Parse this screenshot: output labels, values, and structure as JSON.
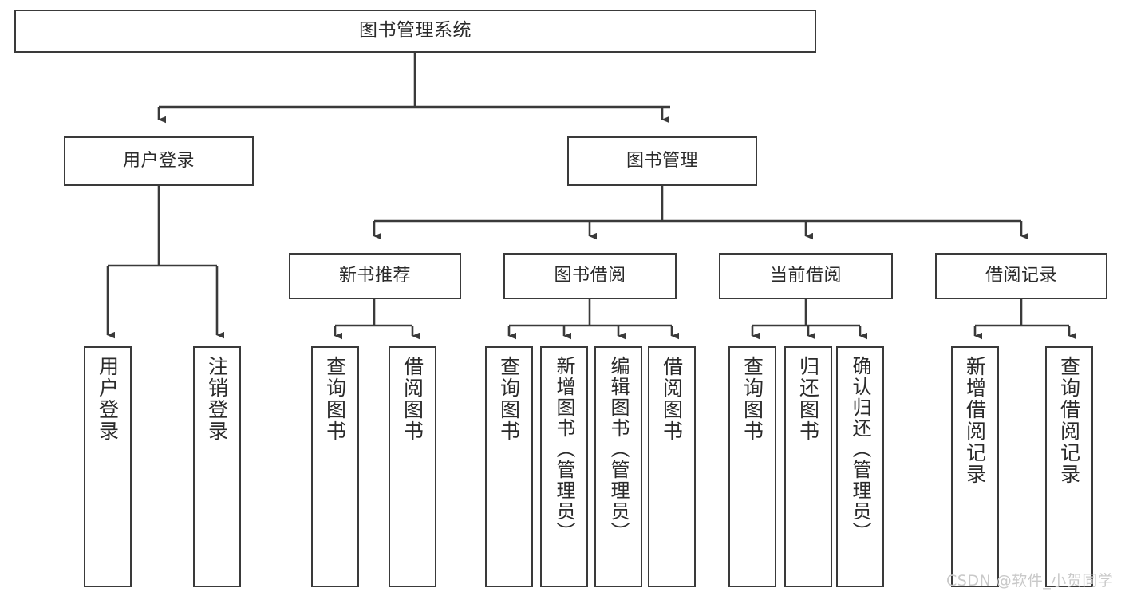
{
  "diagram": {
    "title": "图书管理系统",
    "watermark": "CSDN @软件_小贺同学",
    "colors": {
      "stroke": "#3a3a3a",
      "fill": "#ffffff",
      "text": "#2b2b2b",
      "watermark": "#c9c9c9"
    },
    "levels": {
      "root": {
        "label": "图书管理系统"
      },
      "level2": [
        {
          "id": "user-login",
          "label": "用户登录"
        },
        {
          "id": "book-manage",
          "label": "图书管理"
        }
      ],
      "level3": [
        {
          "id": "new-book-rec",
          "label": "新书推荐"
        },
        {
          "id": "book-borrow",
          "label": "图书借阅"
        },
        {
          "id": "current-borrow",
          "label": "当前借阅"
        },
        {
          "id": "borrow-record",
          "label": "借阅记录"
        }
      ],
      "leaves": [
        {
          "id": "leaf-user-login",
          "label": "用户登录",
          "parent": "user-login"
        },
        {
          "id": "leaf-logout",
          "label": "注销登录",
          "parent": "user-login"
        },
        {
          "id": "leaf-query-book-1",
          "label": "查询图书",
          "parent": "new-book-rec"
        },
        {
          "id": "leaf-borrow-book-1",
          "label": "借阅图书",
          "parent": "new-book-rec"
        },
        {
          "id": "leaf-query-book-2",
          "label": "查询图书",
          "parent": "book-borrow"
        },
        {
          "id": "leaf-add-book",
          "label": "新增图书（管理员）",
          "parent": "book-borrow"
        },
        {
          "id": "leaf-edit-book",
          "label": "编辑图书（管理员）",
          "parent": "book-borrow"
        },
        {
          "id": "leaf-borrow-book-2",
          "label": "借阅图书",
          "parent": "book-borrow"
        },
        {
          "id": "leaf-query-book-3",
          "label": "查询图书",
          "parent": "current-borrow"
        },
        {
          "id": "leaf-return-book",
          "label": "归还图书",
          "parent": "current-borrow"
        },
        {
          "id": "leaf-confirm-return",
          "label": "确认归还（管理员）",
          "parent": "current-borrow"
        },
        {
          "id": "leaf-add-record",
          "label": "新增借阅记录",
          "parent": "borrow-record"
        },
        {
          "id": "leaf-query-record",
          "label": "查询借阅记录",
          "parent": "borrow-record"
        }
      ]
    }
  }
}
